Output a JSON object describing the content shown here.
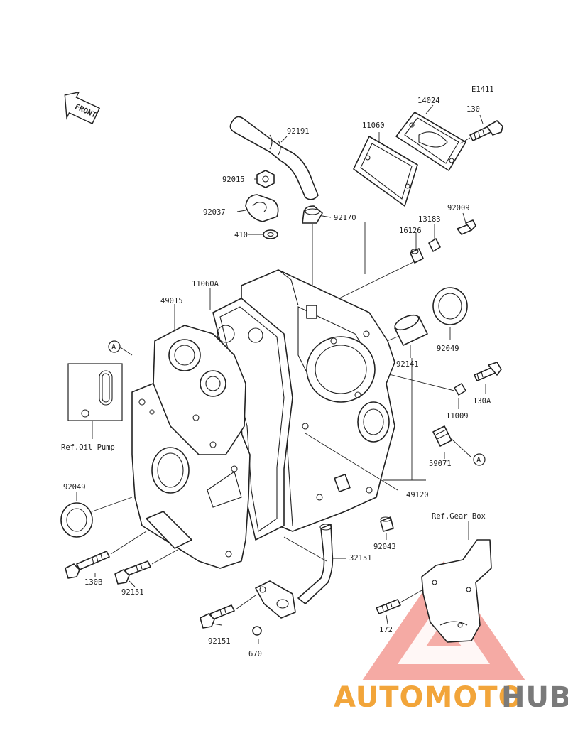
{
  "diagram_code": "E1411",
  "front_label": "FRONT",
  "callout_A": "A",
  "references": {
    "oil_pump": "Ref.Oil Pump",
    "gear_box": "Ref.Gear Box"
  },
  "parts": {
    "p14024": "14024",
    "p130": "130",
    "p11060": "11060",
    "p92191": "92191",
    "p92015": "92015",
    "p92037": "92037",
    "p410": "410",
    "p92170": "92170",
    "p92009": "92009",
    "p13183": "13183",
    "p16126": "16126",
    "p11060A": "11060A",
    "p49015": "49015",
    "p92049_right": "92049",
    "p92141": "92141",
    "p130A": "130A",
    "p11009": "11009",
    "p59071": "59071",
    "p49120": "49120",
    "p92049_left": "92049",
    "p130B": "130B",
    "p92151_a": "92151",
    "p92043": "92043",
    "p32151": "32151",
    "p92151_b": "92151",
    "p670": "670",
    "p172": "172"
  },
  "watermark": {
    "part1": "AUTOMOTO",
    "part2": "HUB",
    "color_orange": "#f2a53a",
    "color_gray": "#7a7a7a",
    "color_red": "#e8473c"
  }
}
